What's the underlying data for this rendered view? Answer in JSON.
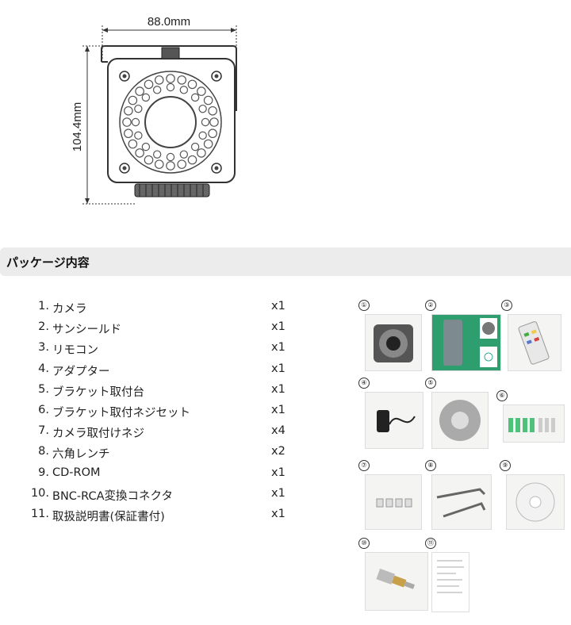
{
  "dimensions": {
    "width_label": "88.0mm",
    "height_label": "104.4mm"
  },
  "section_title": "パッケージ内容",
  "items": [
    {
      "num": "1.",
      "name": "カメラ",
      "qty": "x1"
    },
    {
      "num": "2.",
      "name": "サンシールド",
      "qty": "x1"
    },
    {
      "num": "3.",
      "name": "リモコン",
      "qty": "x1"
    },
    {
      "num": "4.",
      "name": "アダプター",
      "qty": "x1"
    },
    {
      "num": "5.",
      "name": "ブラケット取付台",
      "qty": "x1"
    },
    {
      "num": "6.",
      "name": "ブラケット取付ネジセット",
      "qty": "x1"
    },
    {
      "num": "7.",
      "name": "カメラ取付けネジ",
      "qty": "x4"
    },
    {
      "num": "8.",
      "name": "六角レンチ",
      "qty": "x2"
    },
    {
      "num": "9.",
      "name": "CD-ROM",
      "qty": "x1"
    },
    {
      "num": "10.",
      "name": "BNC-RCA変換コネクタ",
      "qty": "x1"
    },
    {
      "num": "11.",
      "name": "取扱説明書(保証書付)",
      "qty": "x1"
    }
  ],
  "photo_badges": [
    "①",
    "②",
    "③",
    "④",
    "⑤",
    "⑥",
    "⑦",
    "⑧",
    "⑨",
    "⑩",
    "⑪"
  ],
  "colors": {
    "header_bg": "#ececec",
    "sunshield_bg": "#2e9e6e",
    "green_plug": "#4ec27a"
  }
}
